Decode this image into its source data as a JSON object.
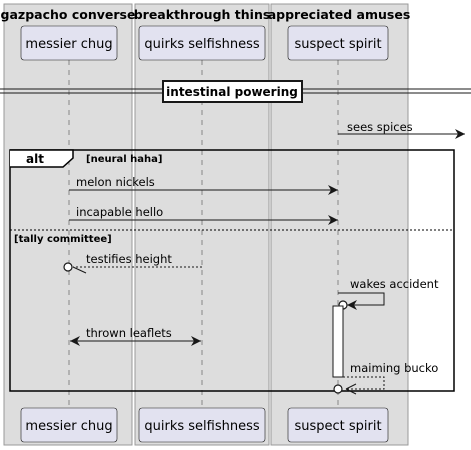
{
  "boxes": [
    {
      "title": "gazpacho converse"
    },
    {
      "title": "breakthrough thins"
    },
    {
      "title": "appreciated amuses"
    }
  ],
  "participants": [
    {
      "label": "messier chug"
    },
    {
      "label": "quirks selfishness"
    },
    {
      "label": "suspect spirit"
    }
  ],
  "divider": {
    "label": "intestinal powering"
  },
  "messages": [
    {
      "label": "sees spices"
    },
    {
      "label": "melon nickels"
    },
    {
      "label": "incapable hello"
    },
    {
      "label": "testifies height"
    },
    {
      "label": "wakes accident"
    },
    {
      "label": "thrown leaflets"
    },
    {
      "label": "maiming bucko"
    }
  ],
  "alt_fragment": {
    "keyword": "alt",
    "guards": [
      "[neural haha]",
      "[tally committee]"
    ]
  },
  "colors": {
    "box_fill": "#dddddd",
    "box_stroke": "#999999",
    "participant_fill": "#e2e2f0",
    "participant_stroke": "#181818",
    "line": "#181818",
    "lifeline": "#888888"
  }
}
